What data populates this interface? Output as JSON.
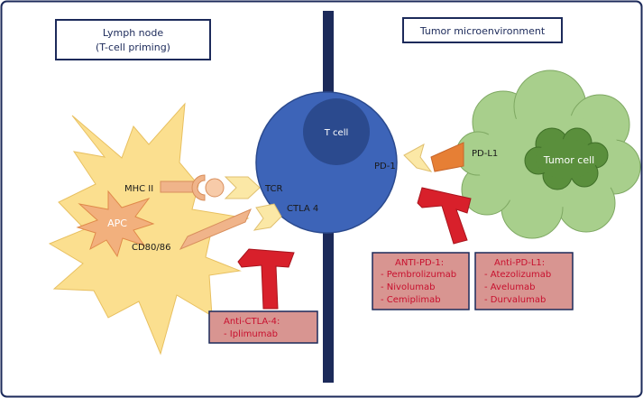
{
  "regions": {
    "lymph_node": {
      "line1": "Lymph node",
      "line2": "(T-cell priming)"
    },
    "tumor_microenvironment": {
      "label": "Tumor microenvironment"
    }
  },
  "cells": {
    "t_cell": "T cell",
    "apc": "APC",
    "tumor_cell": "Tumor cell"
  },
  "molecules": {
    "mhc_ii": "MHC II",
    "tcr": "TCR",
    "ctla4": "CTLA 4",
    "cd80_86": "CD80/86",
    "pd1": "PD-1",
    "pdl1": "PD-L1"
  },
  "drug_boxes": {
    "anti_ctla4": {
      "title": "Anti-CTLA-4:",
      "items": [
        "- Iplimumab"
      ]
    },
    "anti_pd1": {
      "title": "ANTI-PD-1:",
      "items": [
        "- Pembrolizumab",
        "- Nivolumab",
        "- Cemiplimab"
      ]
    },
    "anti_pdl1": {
      "title": "Anti-PD-L1:",
      "items": [
        "- Atezolizumab",
        "- Avelumab",
        "- Durvalumab"
      ]
    }
  },
  "colors": {
    "border": "#1c2a5a",
    "membrane": "#1c2a5a",
    "t_cell": "#3d64b8",
    "t_cell_nucleus": "#2b4a8e",
    "apc_star": "#fbdf8f",
    "apc_core": "#f2b07d",
    "tumor_outer": "#a8cf8c",
    "tumor_inner": "#5a8f3c",
    "chevron": "#fbe8a6",
    "receptor": "#f0b48a",
    "pdl1_arrow": "#e67f35",
    "inhibitor": "#d8202b",
    "drug_box_fill": "#d89591",
    "drug_box_text": "#c8102e"
  }
}
